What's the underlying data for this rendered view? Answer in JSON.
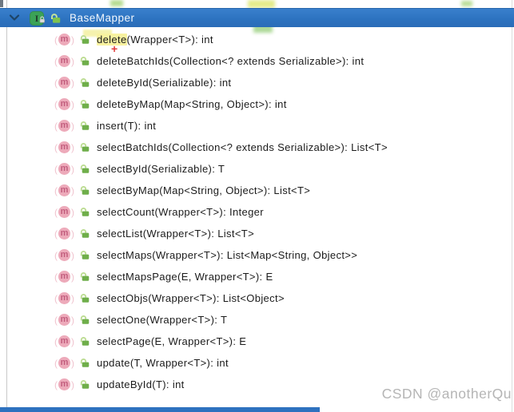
{
  "header": {
    "title": "BaseMapper",
    "expand_state": "expanded"
  },
  "icons": {
    "interface_letter": "I",
    "method_letter": "m",
    "paren_open": "(",
    "paren_close": ")"
  },
  "methods": [
    {
      "signature": "delete(Wrapper<T>): int",
      "highlighted_prefix": "delete"
    },
    {
      "signature": "deleteBatchIds(Collection<? extends Serializable>): int"
    },
    {
      "signature": "deleteById(Serializable): int"
    },
    {
      "signature": "deleteByMap(Map<String, Object>): int"
    },
    {
      "signature": "insert(T): int"
    },
    {
      "signature": "selectBatchIds(Collection<? extends Serializable>): List<T>"
    },
    {
      "signature": "selectById(Serializable): T"
    },
    {
      "signature": "selectByMap(Map<String, Object>): List<T>"
    },
    {
      "signature": "selectCount(Wrapper<T>): Integer"
    },
    {
      "signature": "selectList(Wrapper<T>): List<T>"
    },
    {
      "signature": "selectMaps(Wrapper<T>): List<Map<String, Object>>"
    },
    {
      "signature": "selectMapsPage(E, Wrapper<T>): E"
    },
    {
      "signature": "selectObjs(Wrapper<T>): List<Object>"
    },
    {
      "signature": "selectOne(Wrapper<T>): T"
    },
    {
      "signature": "selectPage(E, Wrapper<T>): E"
    },
    {
      "signature": "update(T, Wrapper<T>): int"
    },
    {
      "signature": "updateById(T): int"
    }
  ],
  "overlay": {
    "plus_marker": "+"
  },
  "watermark": {
    "text": "CSDN @anotherQu"
  },
  "colors": {
    "header_bg": "#2d73c0",
    "interface_icon_green": "#3ba257",
    "method_icon_pink": "#edaaba",
    "method_letter_pink": "#c25d7d",
    "lock_green": "#6fae4a",
    "highlight_yellow": "#f8f2a0",
    "plus_red": "#e03c3c",
    "watermark_gray": "#b5b5b5"
  }
}
